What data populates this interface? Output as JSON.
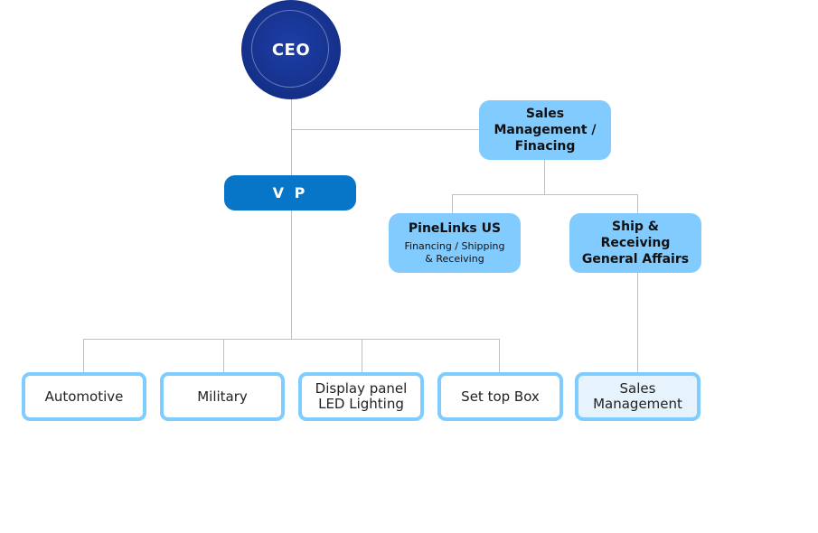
{
  "nodes": {
    "ceo": "CEO",
    "vp": "V P",
    "sales_management_financing": {
      "line1": "Sales",
      "line2": "Management /",
      "line3": "Finacing"
    },
    "pinelinks_us": {
      "title": "PineLinks US",
      "sub_line1": "Financing / Shipping",
      "sub_line2": "& Receiving"
    },
    "ship_receiving": {
      "line1": "Ship &",
      "line2": "Receiving",
      "line3": "General Affairs"
    },
    "automotive": "Automotive",
    "military": "Military",
    "display_panel": {
      "line1": "Display panel",
      "line2": "LED Lighting"
    },
    "set_top_box": "Set top Box",
    "sales_management": {
      "line1": "Sales",
      "line2": "Management"
    }
  },
  "colors": {
    "ceo_fill": "#16328d",
    "vp_fill": "#0775c8",
    "light_box_fill": "#82cbff",
    "outline_border": "#7fccff",
    "connector": "#bfbfbf"
  }
}
